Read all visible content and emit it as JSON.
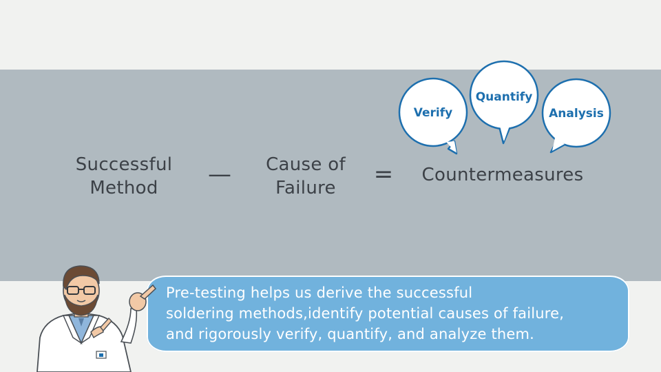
{
  "equation": {
    "term1": [
      "Successful",
      "Method"
    ],
    "minus": "—",
    "term2": [
      "Cause of",
      "Failure"
    ],
    "equals": "=",
    "result": "Countermeasures"
  },
  "bubbles": [
    "Verify",
    "Quantify",
    "Analysis"
  ],
  "caption": {
    "lines": [
      "Pre-testing helps us derive the successful",
      "soldering methods,identify potential causes of failure,",
      "and rigorously verify, quantify, and analyze them."
    ]
  },
  "colors": {
    "band": "#b0bac0",
    "background": "#f1f2f0",
    "text_dark": "#3c4147",
    "bubble_text": "#1d6fae",
    "bubble_stroke": "#1d6fae",
    "caption_bg": "#71b2dd"
  },
  "icons": [
    "scientist-character-icon"
  ]
}
